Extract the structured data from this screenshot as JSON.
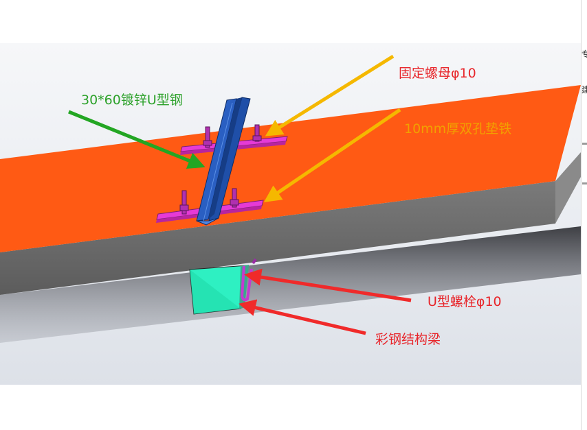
{
  "labels": {
    "u_steel": "30*60镀锌U型钢",
    "nut": "固定螺母φ10",
    "washer": "10mm厚双孔垫铁",
    "u_bolt": "U型螺栓φ10",
    "beam": "彩钢结构梁"
  },
  "strip_glyphs": [
    "专",
    "ﾞ",
    "建"
  ],
  "colors": {
    "panel_top": "#ff5a14",
    "panel_side": "#6e6e6e",
    "u_steel": "#1f4fa8",
    "plate": "#e63ad6",
    "beam": "#2ef0c2",
    "label_red": "#e8252a",
    "label_green": "#2ca12a",
    "label_orange": "#f2a100",
    "arrow_green": "#23a623",
    "arrow_orange": "#f5b800",
    "arrow_red": "#f02a2a"
  },
  "icons": {
    "green_arrow": "arrow-icon",
    "orange_arrows": "arrow-icon",
    "red_arrows": "arrow-icon"
  }
}
